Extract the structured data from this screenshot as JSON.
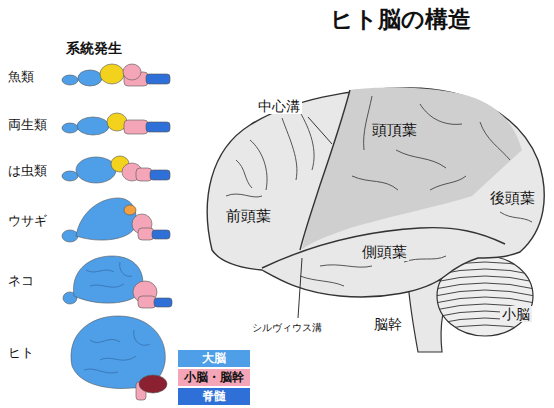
{
  "diagram": {
    "title": "ヒト脳の構造",
    "labels": [
      "系統発生",
      "魚類",
      "両生類",
      "は虫類",
      "ウサギ",
      "ネコ",
      "ヒト",
      "中心溝",
      "頭頂葉",
      "前頭葉",
      "後頭葉",
      "側頭葉",
      "シルヴィウス溝",
      "脳幹",
      "小脳"
    ],
    "legend": [
      {
        "text": "大脳",
        "color": "#4f9fe8"
      },
      {
        "text": "小脳・脳幹",
        "color": "#f4a6b8"
      },
      {
        "text": "脊髄",
        "color": "#2f6fd8"
      }
    ]
  }
}
